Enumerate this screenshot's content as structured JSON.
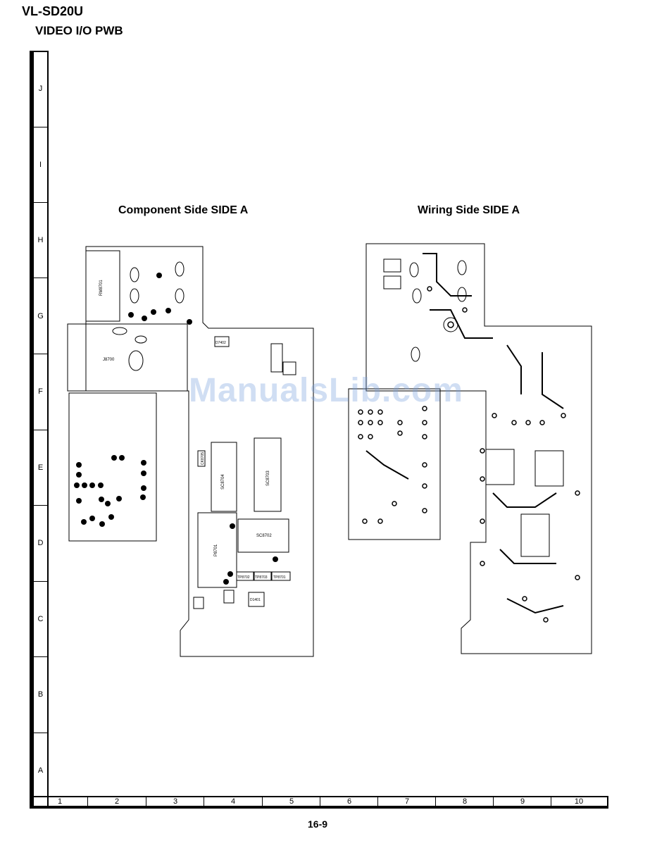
{
  "header": {
    "model": "VL-SD20U",
    "title": "VIDEO I/O PWB"
  },
  "grid": {
    "rows": [
      "J",
      "I",
      "H",
      "G",
      "F",
      "E",
      "D",
      "C",
      "B",
      "A"
    ],
    "columns": [
      "1",
      "2",
      "3",
      "4",
      "5",
      "6",
      "7",
      "8",
      "9",
      "10"
    ]
  },
  "views": {
    "component_side": "Component Side SIDE A",
    "wiring_side": "Wiring Side SIDE A"
  },
  "component_labels": {
    "rm": "RM8701",
    "j8700": "J8700",
    "sc8704": "SC8704",
    "sc8703": "SC8703",
    "sc8702": "SC8702",
    "p8701": "P8701",
    "tp8702": "TP8702",
    "tp8703": "TP8703",
    "tp8701": "TP8701",
    "d7402": "D7402",
    "d1401": "D1401",
    "ck8705": "CK8705"
  },
  "watermark": "ManualsLib.com",
  "footer": {
    "page": "16-9"
  }
}
